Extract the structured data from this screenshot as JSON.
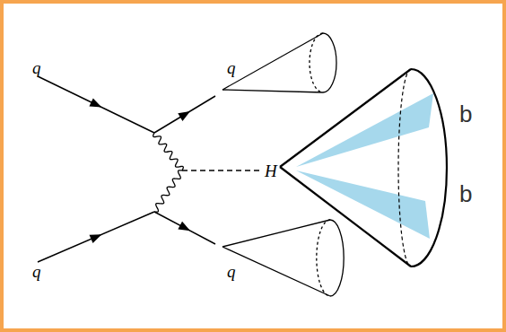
{
  "diagram": {
    "labels": [
      "q",
      "q",
      "q",
      "q",
      "H",
      "b",
      "b"
    ]
  }
}
